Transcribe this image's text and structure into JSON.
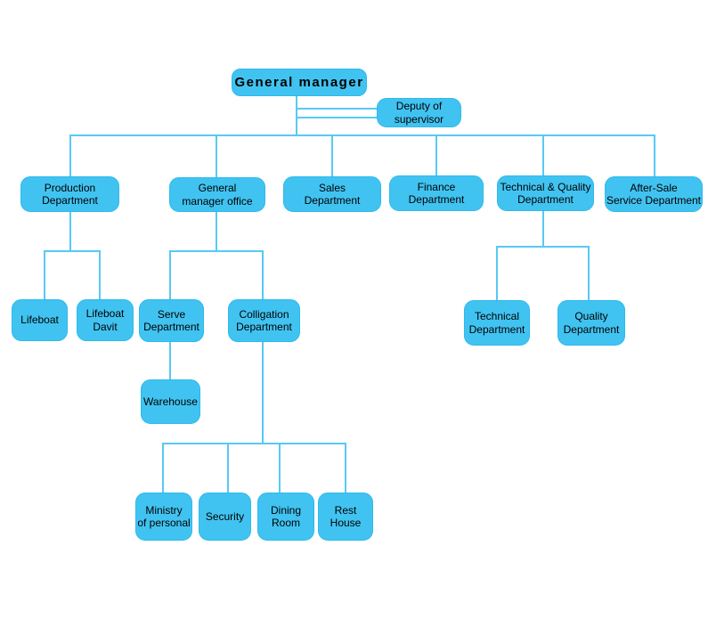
{
  "diagram": {
    "type": "org-chart",
    "background": "#ffffff",
    "colors": {
      "node_fill": "#41c3f1",
      "node_border": "#2eb9eb",
      "connector_line": "#58c9f5",
      "text": "#000000"
    },
    "nodes": {
      "general_manager": {
        "label": "General manager"
      },
      "deputy_of_supervisor": {
        "label": "Deputy of\nsupervisor"
      },
      "production_department": {
        "label": "Production\nDepartment"
      },
      "general_manager_office": {
        "label": "General\nmanager office"
      },
      "sales_department": {
        "label": "Sales\nDepartment"
      },
      "finance_department": {
        "label": "Finance\nDepartment"
      },
      "technical_quality_department": {
        "label": "Technical & Quality\nDepartment"
      },
      "after_sale_service_department": {
        "label": "After-Sale\nService Department"
      },
      "lifeboat": {
        "label": "Lifeboat"
      },
      "lifeboat_davit": {
        "label": "Lifeboat\nDavit"
      },
      "serve_department": {
        "label": "Serve\nDepartment"
      },
      "colligation_department": {
        "label": "Colligation\nDepartment"
      },
      "technical_department": {
        "label": "Technical\nDepartment"
      },
      "quality_department": {
        "label": "Quality\nDepartment"
      },
      "warehouse": {
        "label": "Warehouse"
      },
      "ministry_of_personal": {
        "label": "Ministry\nof personal"
      },
      "security": {
        "label": "Security"
      },
      "dining_room": {
        "label": "Dining\nRoom"
      },
      "rest_house": {
        "label": "Rest\nHouse"
      }
    },
    "edges": [
      [
        "general_manager",
        "deputy_of_supervisor"
      ],
      [
        "general_manager",
        "production_department"
      ],
      [
        "general_manager",
        "general_manager_office"
      ],
      [
        "general_manager",
        "sales_department"
      ],
      [
        "general_manager",
        "finance_department"
      ],
      [
        "general_manager",
        "technical_quality_department"
      ],
      [
        "general_manager",
        "after_sale_service_department"
      ],
      [
        "production_department",
        "lifeboat"
      ],
      [
        "production_department",
        "lifeboat_davit"
      ],
      [
        "general_manager_office",
        "serve_department"
      ],
      [
        "general_manager_office",
        "colligation_department"
      ],
      [
        "technical_quality_department",
        "technical_department"
      ],
      [
        "technical_quality_department",
        "quality_department"
      ],
      [
        "serve_department",
        "warehouse"
      ],
      [
        "colligation_department",
        "ministry_of_personal"
      ],
      [
        "colligation_department",
        "security"
      ],
      [
        "colligation_department",
        "dining_room"
      ],
      [
        "colligation_department",
        "rest_house"
      ]
    ]
  }
}
